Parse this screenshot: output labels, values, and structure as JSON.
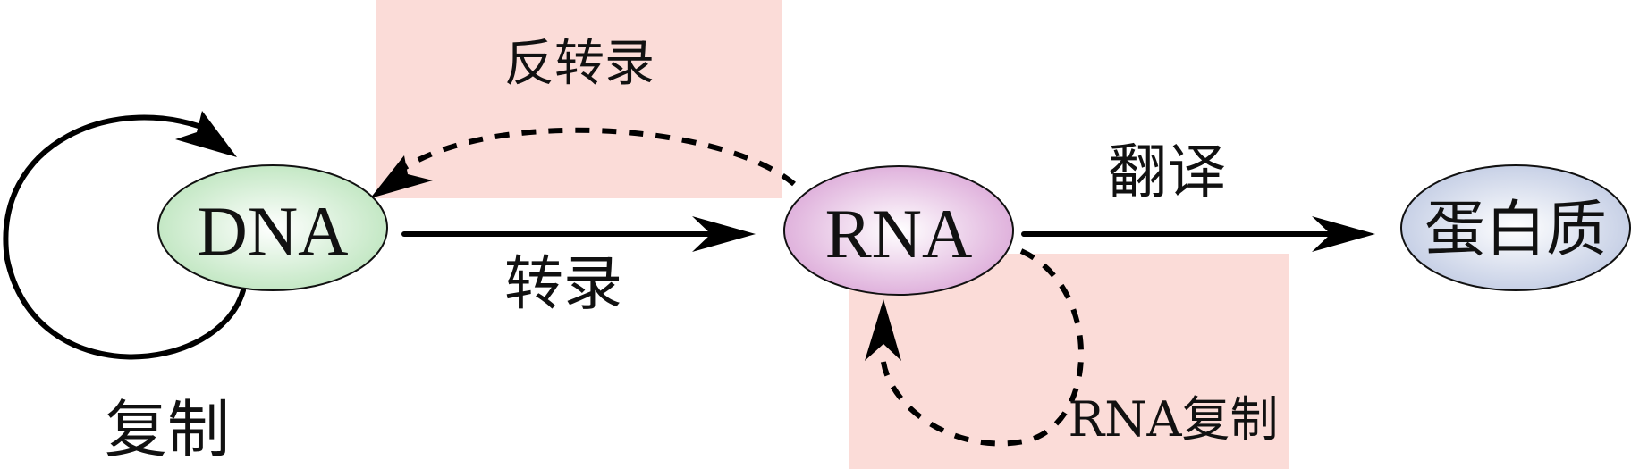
{
  "nodes": {
    "dna": "DNA",
    "rna": "RNA",
    "protein": "蛋白质"
  },
  "processes": {
    "dna_replication": "复制",
    "transcription": "转录",
    "reverse_transcription": "反转录",
    "translation": "翻译",
    "rna_replication": "RNA复制"
  },
  "colors": {
    "highlight": "#fbdcd8",
    "dna_fill": "#bfe6c0",
    "rna_fill": "#dca6d8",
    "protein_fill": "#c3cde4"
  }
}
